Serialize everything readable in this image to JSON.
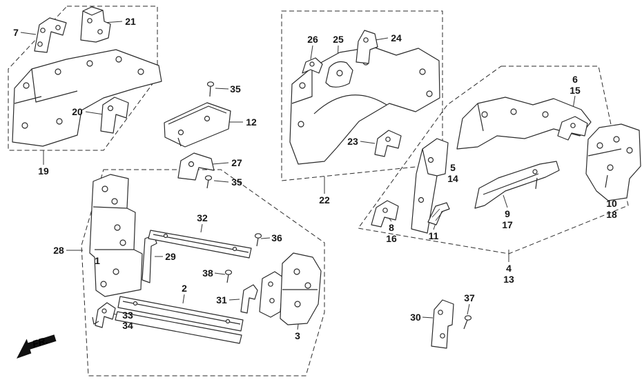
{
  "diagram": {
    "fr_label": "FR.",
    "callouts": {
      "c7": "7",
      "c21": "21",
      "c20": "20",
      "c19": "19",
      "c35a": "35",
      "c12": "12",
      "c27": "27",
      "c35b": "35",
      "c26": "26",
      "c25": "25",
      "c24": "24",
      "c23": "23",
      "c22": "22",
      "c6": "6",
      "c15": "15",
      "c5": "5",
      "c14": "14",
      "c8": "8",
      "c16": "16",
      "c11": "11",
      "c9": "9",
      "c17": "17",
      "c10": "10",
      "c18": "18",
      "c4": "4",
      "c13": "13",
      "c28": "28",
      "c1": "1",
      "c32": "32",
      "c36": "36",
      "c29": "29",
      "c38": "38",
      "c2": "2",
      "c31": "31",
      "c3": "3",
      "c33": "33",
      "c34": "34",
      "c30": "30",
      "c37": "37"
    }
  }
}
